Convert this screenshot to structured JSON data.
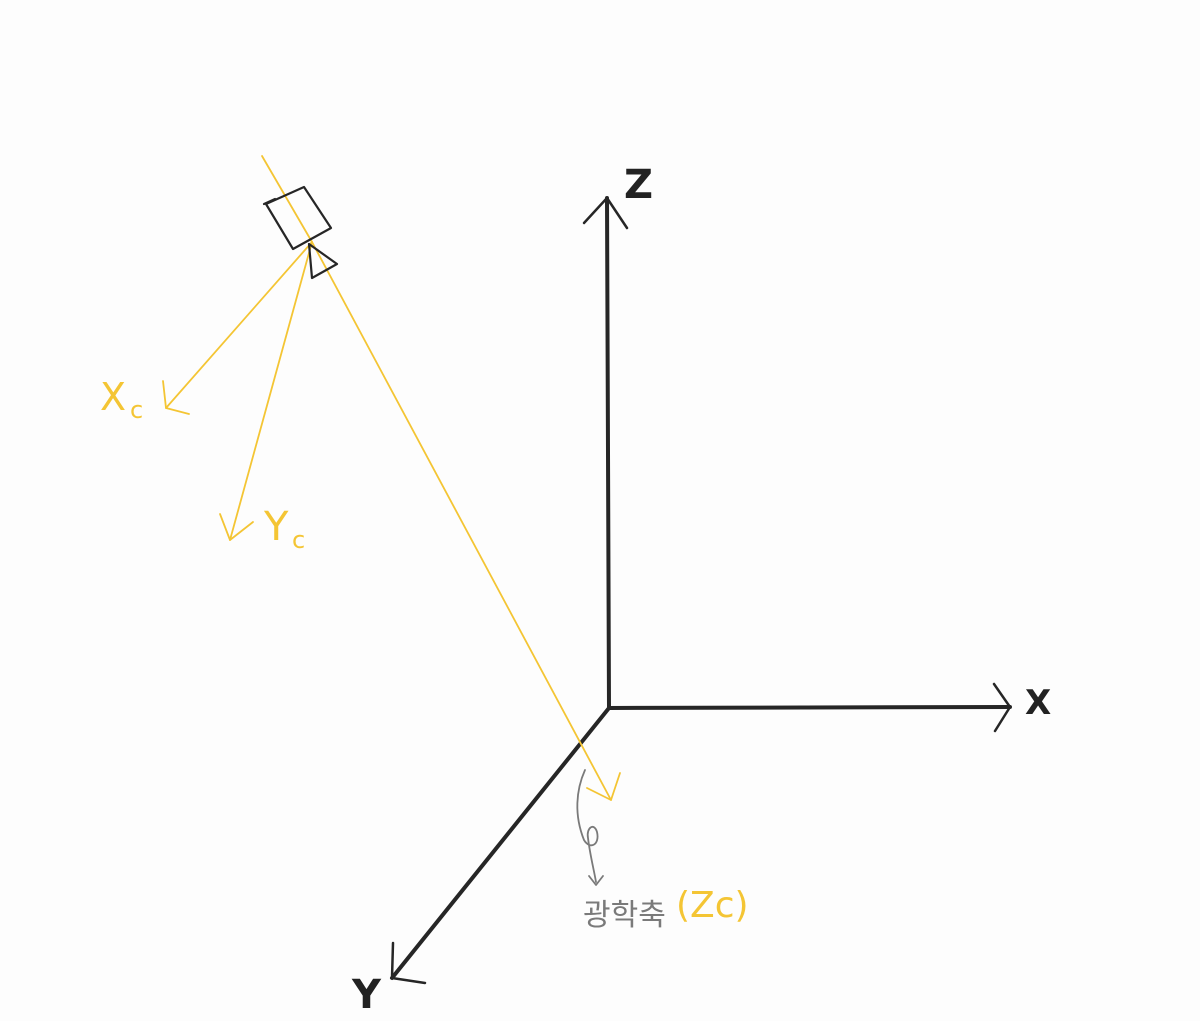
{
  "labels": {
    "world_x": "X",
    "world_y": "Y",
    "world_z": "Z",
    "cam_x_main": "X",
    "cam_x_sub": "c",
    "cam_y_main": "Y",
    "cam_y_sub": "c",
    "optical_axis_text": "광학축",
    "optical_axis_symbol": "(Zc)"
  },
  "colors": {
    "world_axes": "#262626",
    "camera_axes": "#f4c534",
    "annotation": "#7a7a7a",
    "background": "#fdfdfd"
  },
  "icons": {
    "camera": "camera-icon"
  }
}
